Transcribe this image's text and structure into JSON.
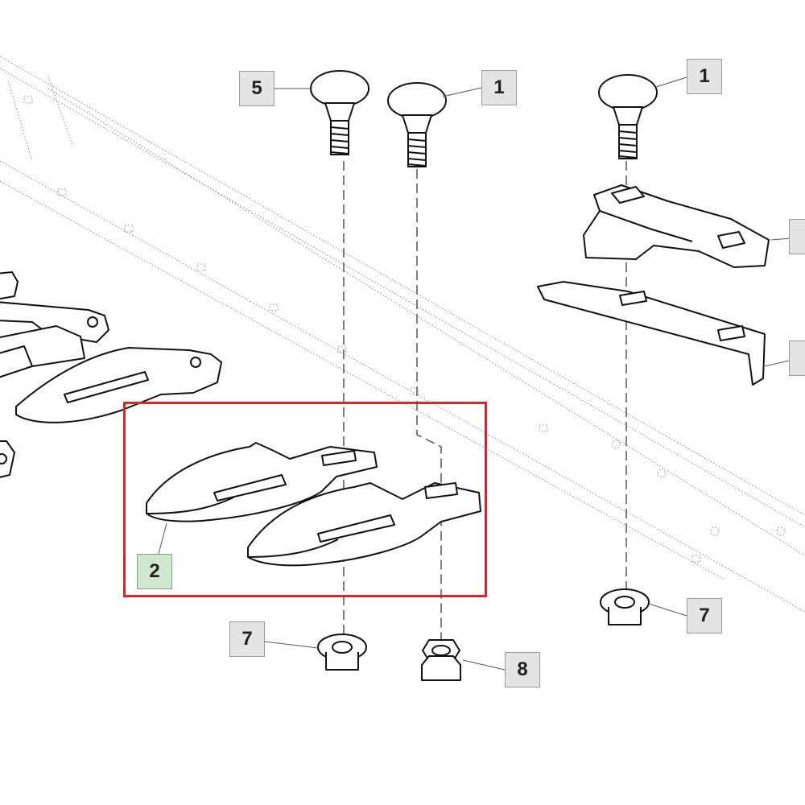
{
  "callouts": [
    {
      "id": "c5a",
      "label": "5"
    },
    {
      "id": "c1a",
      "label": "1"
    },
    {
      "id": "c1b",
      "label": "1"
    },
    {
      "id": "c2",
      "label": "2",
      "selected": true
    },
    {
      "id": "c7a",
      "label": "7"
    },
    {
      "id": "c8",
      "label": "8"
    },
    {
      "id": "c7b",
      "label": "7"
    },
    {
      "id": "c3",
      "label": ""
    },
    {
      "id": "c4",
      "label": ""
    }
  ],
  "colors": {
    "highlight": "#d9262b",
    "selected_callout": "#cfe8cf",
    "callout_bg": "#e4e4e4",
    "ink": "#111111"
  }
}
